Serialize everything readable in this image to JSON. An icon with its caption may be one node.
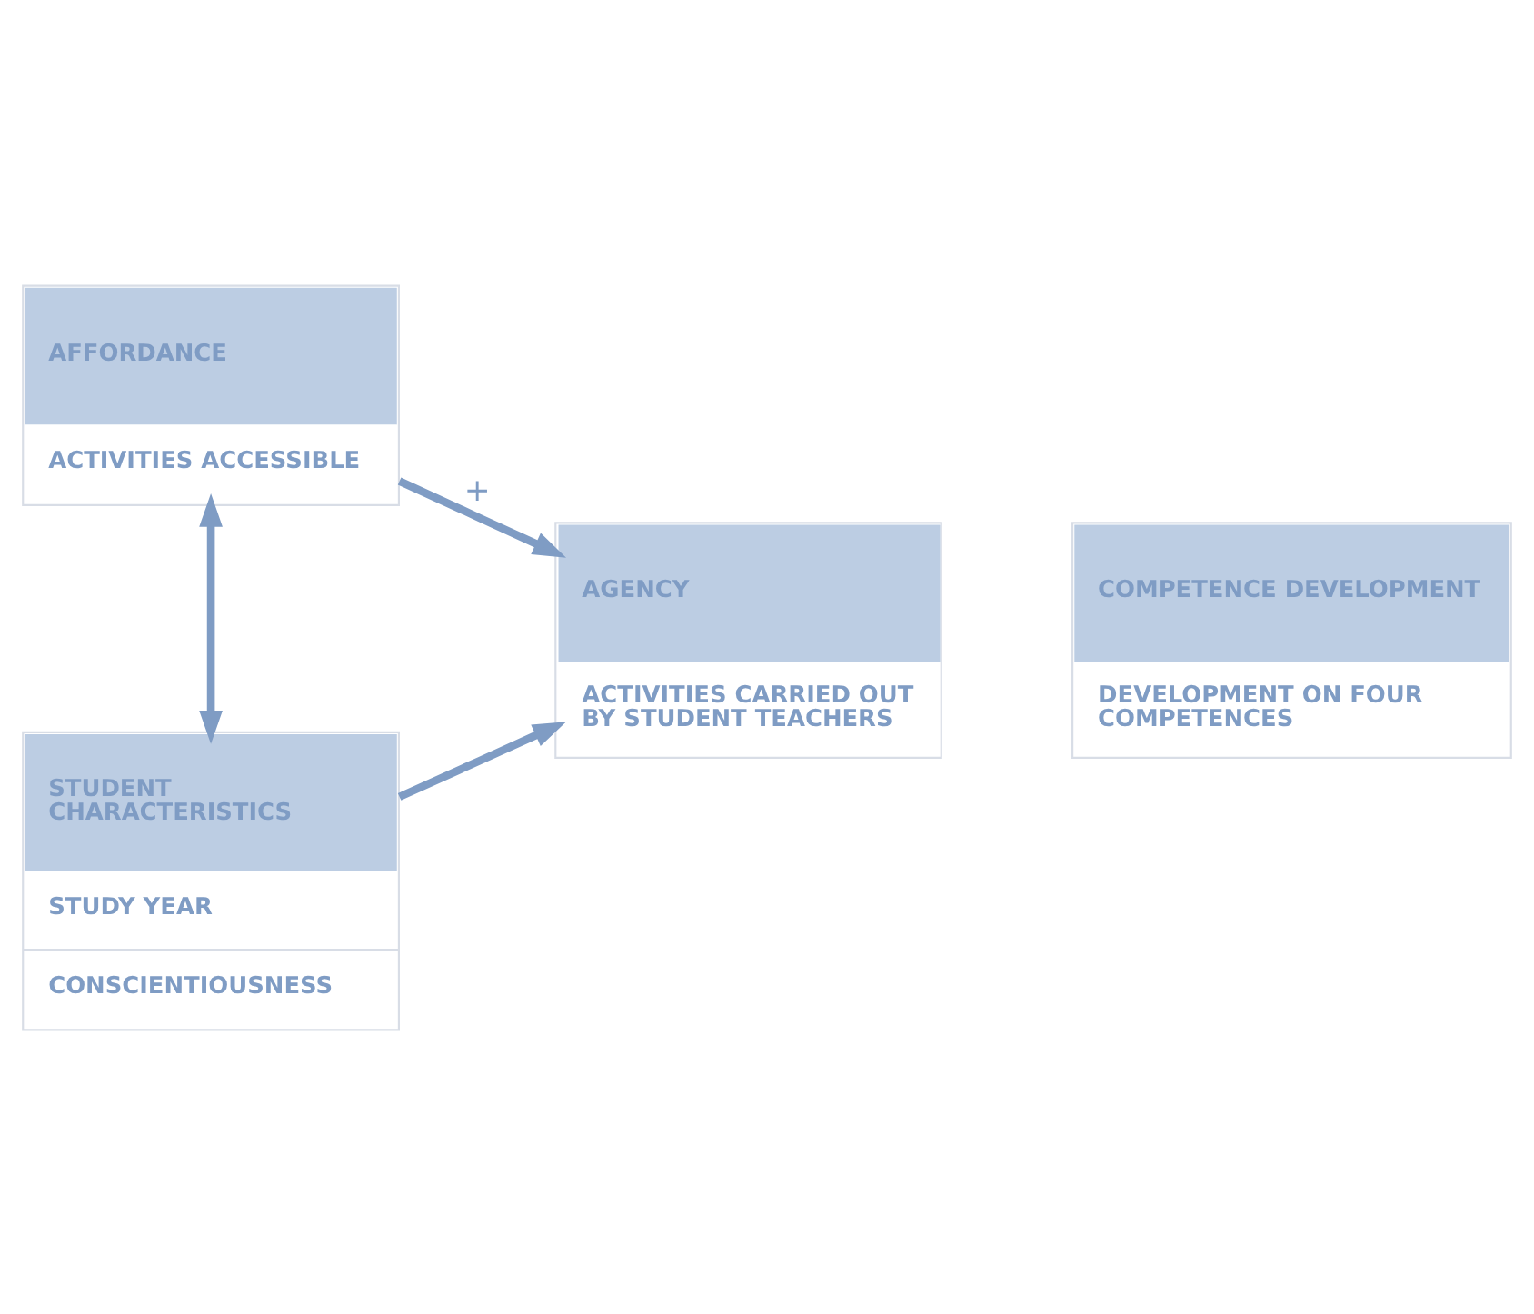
{
  "diagram": {
    "nodes": [
      {
        "text": [
          "AFFORDANCE",
          "ACTIVITIES ACCESSIBLE"
        ]
      },
      {
        "text": [
          "STUDENT CHARACTERISTICS",
          "STUDY YEAR",
          "CONSCIENTIOUSNESS"
        ]
      },
      {
        "text": [
          "AGENCY",
          "ACTIVITIES CARRIED OUT BY STUDENT TEACHERS"
        ]
      },
      {
        "text": [
          "COMPETENCE DEVELOPMENT",
          "DEVELOPMENT ON FOUR COMPETENCES"
        ]
      }
    ],
    "edges": [
      {
        "from": 0,
        "to": 1,
        "arrow": "both"
      },
      {
        "from": 0,
        "to": 2,
        "arrow": "to",
        "label": "+"
      },
      {
        "from": 1,
        "to": 2,
        "arrow": "to"
      }
    ]
  }
}
